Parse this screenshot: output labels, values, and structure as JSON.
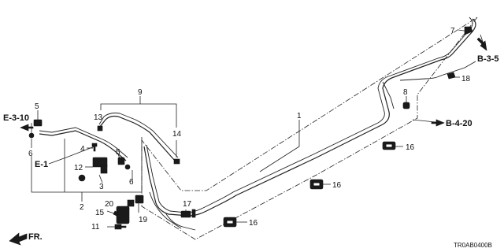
{
  "callouts": {
    "n1": "1",
    "n2": "2",
    "n3": "3",
    "n4": "4",
    "n5a": "5",
    "n5b": "5",
    "n6a": "6",
    "n6b": "6",
    "n7": "7",
    "n8": "8",
    "n9": "9",
    "n11": "11",
    "n12": "12",
    "n13": "13",
    "n14": "14",
    "n15": "15",
    "n16a": "16",
    "n16b": "16",
    "n16c": "16",
    "n17": "17",
    "n18": "18",
    "n19": "19",
    "n20": "20"
  },
  "references": {
    "e310": "E-3-10",
    "e1": "E-1",
    "b35": "B-3-5",
    "b420": "B-4-20",
    "fr": "FR."
  },
  "diagram_code": "TR0AB0400B"
}
